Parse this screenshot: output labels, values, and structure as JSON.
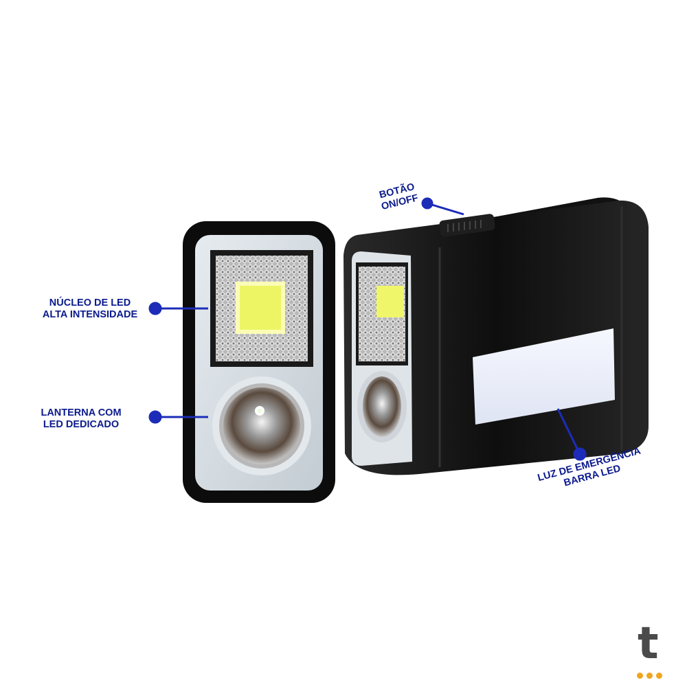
{
  "colors": {
    "label_text": "#0b1a8c",
    "callout": "#1c2cb8",
    "device_body": "#141414",
    "faceplate": "#d6dde3",
    "cob_led": "#f2f76a",
    "emergency_bar": "#eef1fb",
    "brand_letter": "#4a4a4a",
    "brand_dots": "#f0a51e"
  },
  "callouts": {
    "led_core": {
      "line1": "NÚCLEO DE LED",
      "line2": "ALTA INTENSIDADE"
    },
    "flashlight": {
      "line1": "LANTERNA COM",
      "line2": "LED DEDICADO"
    },
    "power_button": {
      "line1": "BOTÃO",
      "line2": "ON/OFF"
    },
    "emergency_light": {
      "line1": "LUZ DE EMERGÊNCIA",
      "line2": "BARRA LED"
    }
  },
  "brand": {
    "letter": "t"
  }
}
